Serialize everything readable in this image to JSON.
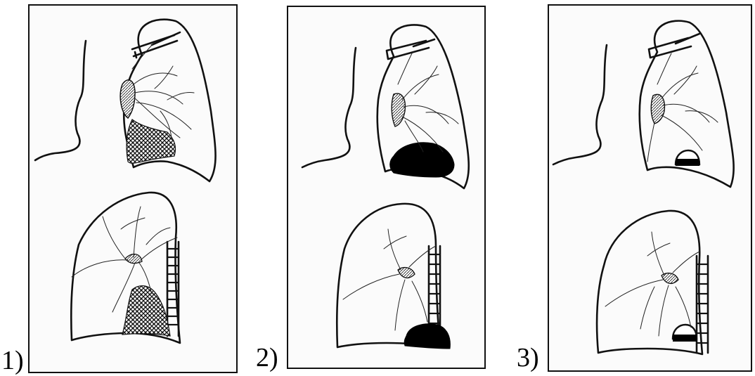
{
  "figure": {
    "panels": [
      {
        "label": "1)",
        "description": "lesion-shaded-lower-lobe"
      },
      {
        "label": "2)",
        "description": "lesion-solid-basal-mass"
      },
      {
        "label": "3)",
        "description": "lesion-small-basal-round"
      }
    ]
  },
  "colors": {
    "line": "#111111",
    "background": "#ffffff",
    "panel_background": "#fbfbfb"
  }
}
